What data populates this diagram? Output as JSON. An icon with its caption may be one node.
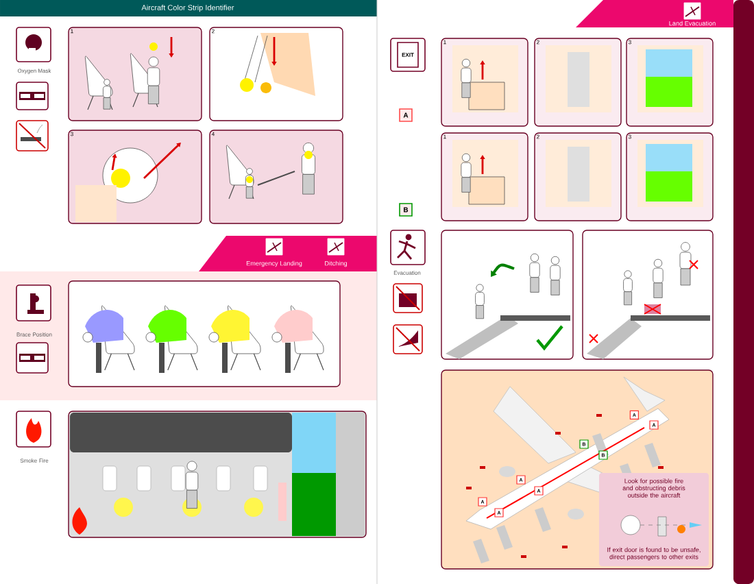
{
  "diagram": {
    "title": "Aircraft Color Strip Identifier",
    "nodes": [
      {
        "text": [
          "1"
        ]
      },
      {
        "text": [
          "2"
        ]
      },
      {
        "text": [
          "3"
        ]
      },
      {
        "text": [
          "4"
        ]
      },
      {
        "text": [
          "1"
        ]
      },
      {
        "text": [
          "2"
        ]
      },
      {
        "text": [
          "3"
        ]
      },
      {
        "text": [
          "1"
        ]
      },
      {
        "text": [
          "2"
        ]
      },
      {
        "text": [
          "3"
        ]
      },
      {
        "text": [],
        "shape": "bar"
      }
    ],
    "edges": [],
    "labels": [
      "Oxygen Mask",
      "Emergency Landing",
      "Ditching",
      "Brace Position",
      "Smoke Fire",
      "Land Evacuation",
      "EXIT",
      "A",
      "B",
      "Evacuation",
      "A",
      "A",
      "B",
      "B",
      "A",
      "A",
      "A",
      "A",
      "Look for possible fire and obstructing debris outside the aircraft",
      "If exit door is found to be unsafe, direct passengers to other exits"
    ]
  }
}
